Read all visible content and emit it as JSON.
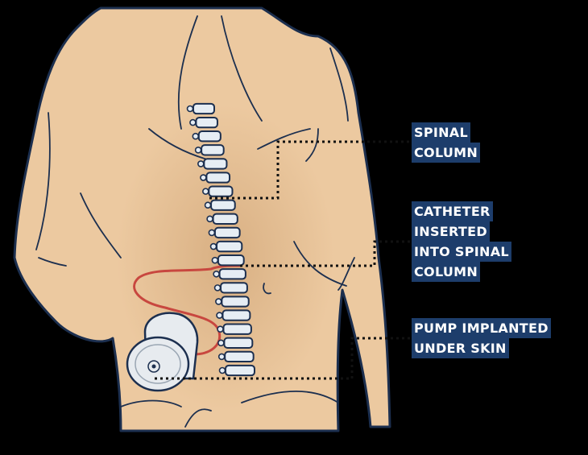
{
  "labels": {
    "spinal_column": [
      "SPINAL",
      "COLUMN"
    ],
    "catheter": [
      "CATHETER",
      "INSERTED",
      "INTO SPINAL",
      "COLUMN"
    ],
    "pump": [
      "PUMP IMPLANTED",
      "UNDER SKIN"
    ]
  },
  "colors": {
    "background": "#000000",
    "skin": "#ecc9a0",
    "outline": "#1c2f4f",
    "spine": "#e6edf4",
    "catheter": "#c8473f",
    "pump": "#e7ebef",
    "label_bg": "#1d3d6b",
    "label_text": "#ffffff",
    "leader_line": "#111111"
  }
}
